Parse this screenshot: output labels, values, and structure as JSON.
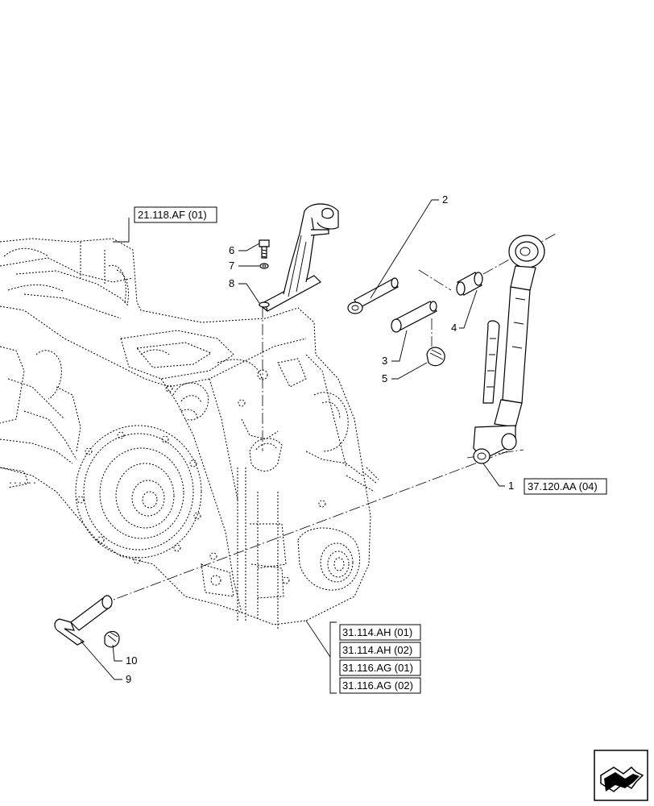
{
  "callouts": {
    "c1": "1",
    "c2": "2",
    "c3": "3",
    "c4": "4",
    "c5": "5",
    "c6": "6",
    "c7": "7",
    "c8": "8",
    "c9": "9",
    "c10": "10"
  },
  "references": {
    "top_left": "21.118.AF (01)",
    "right": "37.120.AA (04)",
    "bottom_group": [
      "31.114.AH (01)",
      "31.114.AH (02)",
      "31.116.AG (01)",
      "31.116.AG (02)"
    ]
  },
  "icons": {
    "nav": "next-page-arrow-icon"
  }
}
